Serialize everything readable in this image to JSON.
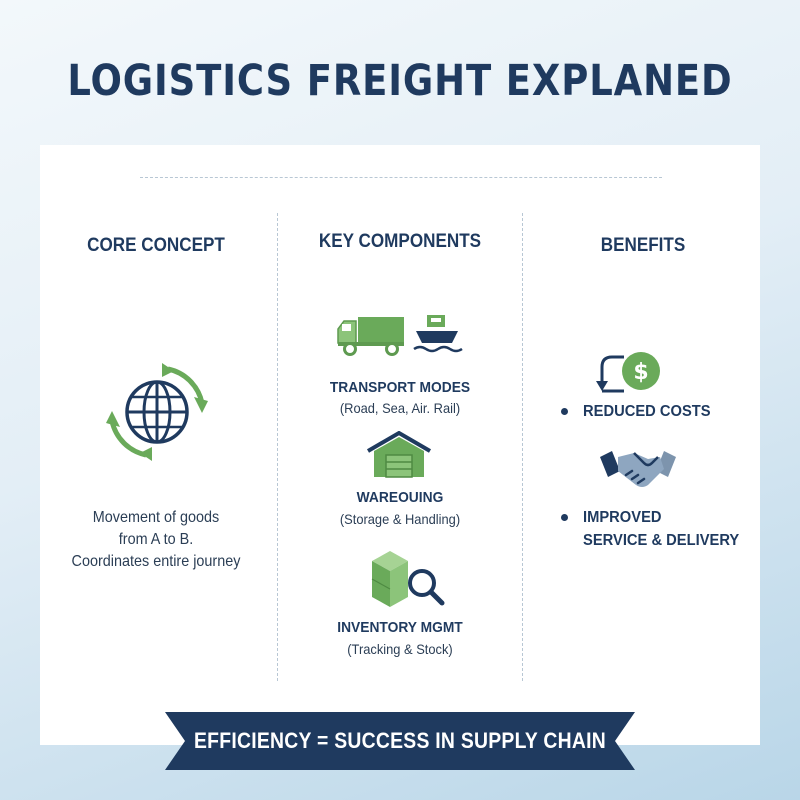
{
  "title": "LOGISTICS FREIGHT EXPLANED",
  "columns": {
    "core": {
      "heading": "CORE CONCEPT",
      "icon": "globe-cycle-icon",
      "description_lines": [
        "Movement of goods",
        "from A to B.",
        "Coordinates entire journey"
      ]
    },
    "components": {
      "heading": "KEY COMPONENTS",
      "items": [
        {
          "icon": "truck-ship-icon",
          "title": "TRANSPORT MODES",
          "subtitle": "(Road, Sea, Air. Rail)"
        },
        {
          "icon": "warehouse-icon",
          "title": "WAREOUING",
          "subtitle": "(Storage & Handling)"
        },
        {
          "icon": "inventory-search-icon",
          "title": "INVENTORY MGMT",
          "subtitle": "(Tracking & Stock)"
        }
      ]
    },
    "benefits": {
      "heading": "BENEFITS",
      "items": [
        {
          "icon": "dollar-savings-icon",
          "lines": [
            "REDUCED COSTS"
          ]
        },
        {
          "icon": "handshake-icon",
          "lines": [
            "IMPROVED",
            "SERVICE & DELIVERY"
          ]
        }
      ]
    }
  },
  "banner": "EFFICIENCY = SUCCESS IN SUPPLY CHAIN",
  "colors": {
    "navy": "#1f3a5f",
    "green": "#6aaa5a",
    "light_green": "#8cc47a",
    "divider": "#b8c7d4"
  }
}
